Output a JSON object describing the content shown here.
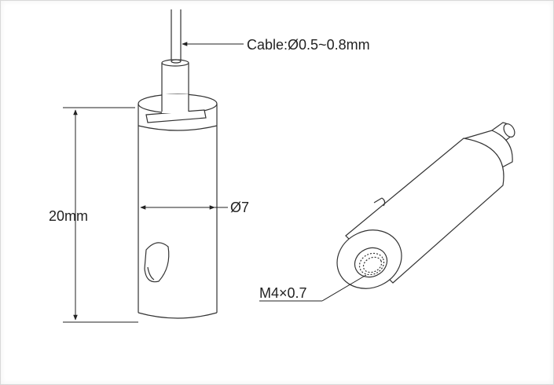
{
  "labels": {
    "cable": "Cable:Ø0.5~0.8mm",
    "height": "20mm",
    "diameter": "Ø7",
    "thread": "M4×0.7"
  }
}
